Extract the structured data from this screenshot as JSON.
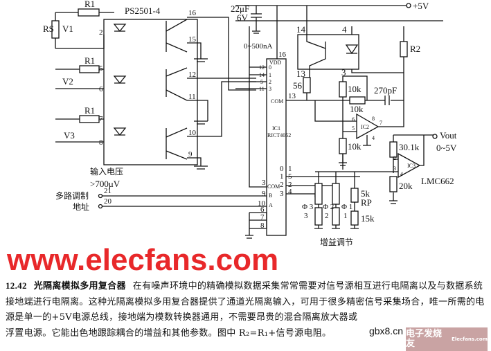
{
  "diagram": {
    "optocoupler1": "PS2501-4",
    "rs": "RS",
    "sources": [
      "V1",
      "V2",
      "V3"
    ],
    "r1": "R1",
    "opto_left_pins": [
      "2",
      "5",
      "6",
      "7",
      "8"
    ],
    "opto_right_pins": [
      "16",
      "15",
      "12",
      "11",
      "10",
      "9"
    ],
    "cap1": "22μF",
    "cap1_v": "6V",
    "current": "0~500nA",
    "ic1_pins_top": "16",
    "ic1_vdd": "VDD",
    "ic1_in_pins": [
      [
        "12",
        "0"
      ],
      [
        "14",
        "1"
      ],
      [
        "5",
        "2"
      ],
      [
        "11",
        "3"
      ]
    ],
    "ic1_com_pin": "13",
    "ic1_com": "COM",
    "ic1_name": "IC1",
    "ic1_part": "RICT4052",
    "ic1_bottom_left": [
      [
        "3",
        "COM"
      ],
      [
        "9",
        "B"
      ],
      [
        "10",
        "A"
      ],
      [
        "6",
        ""
      ],
      [
        "7",
        ""
      ],
      [
        "8",
        ""
      ]
    ],
    "ic1_bottom_right": [
      [
        "0",
        "1"
      ],
      [
        "1",
        "5"
      ],
      [
        "2",
        "2"
      ],
      [
        "3",
        "4"
      ]
    ],
    "opto2_pins": [
      "14",
      "4",
      "13",
      "3"
    ],
    "supply": "+5V",
    "r2": "R2",
    "r56": "56",
    "r10k_a": "10k",
    "r10k_b": "10k",
    "r10k_c": "10k",
    "cap2": "270pF",
    "ic2": "IC2",
    "ic2_pins": [
      "6",
      "5",
      "8",
      "7",
      "4"
    ],
    "vout": "Vout",
    "vout_range": "0~5V",
    "r30k": "30.1k",
    "r20k": "20k",
    "ic3": "IC3",
    "ic3_pins": [
      "2",
      "3",
      "4"
    ],
    "ic3_part": "LMC662",
    "input_voltage": "输入电压",
    "input_voltage_val": ">700μV",
    "mux": "多路调制",
    "address": "地址",
    "addr_pins": [
      "21",
      "20"
    ],
    "pots": [
      "Φ 3",
      "Φ 2",
      "Φ 1"
    ],
    "pot_nums": [
      "3",
      "2",
      "1"
    ],
    "rp": "5k",
    "rp_label": "RP",
    "r15k": "15k",
    "gain_adjust": "增益调节",
    "watermark": "www.elecfans.com"
  },
  "caption": {
    "number": "12.42",
    "title": "光隔离模拟多用复合器",
    "text": "在有噪声环境中的精确模拟数据采集常常需要对信号源相互进行电隔离以及与数据系统接地端进行电隔离。这种光隔离模拟多用复合器提供了通道光隔离输入，可用于很多精密信号采集场合，唯一所需的电源是单一的+5V电源总线，接地端为模数转换器通用，不需要昂贵的混合隔离放大器或浮置电源。它能出色地跟踪耦合的增益和其他参数。图中 R₂=R₁+信号源电阻。"
  },
  "overlay": {
    "gbx": "gbx8.cn",
    "stamp": "电子发烧友",
    "stamp_small": "Elecfans.com"
  }
}
